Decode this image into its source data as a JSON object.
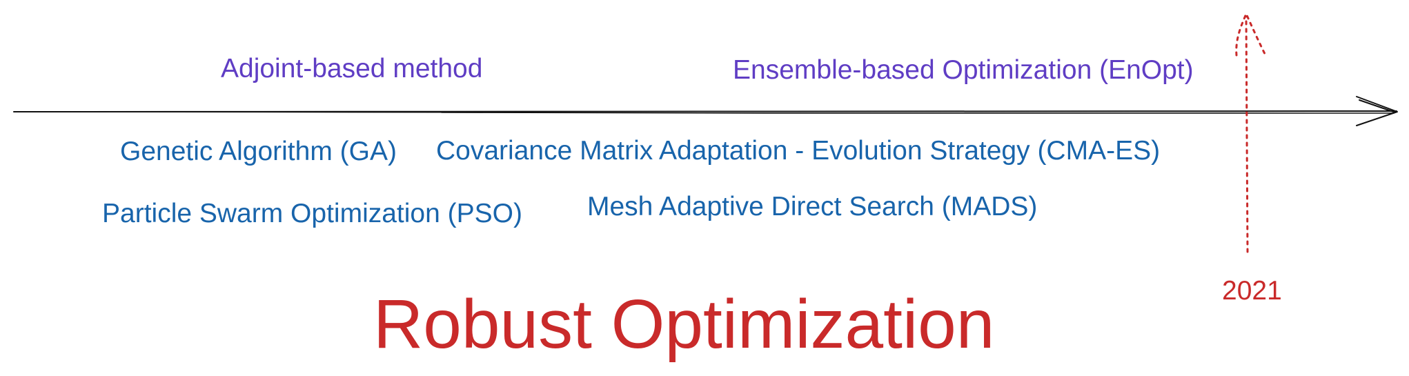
{
  "colors": {
    "axis": "#111111",
    "purple": "#5f3dc4",
    "blue": "#1864ab",
    "red": "#c92a2a"
  },
  "labels": {
    "adjoint": "Adjoint-based method",
    "enopt": "Ensemble-based Optimization (EnOpt)",
    "ga": "Genetic Algorithm (GA)",
    "cma_es": "Covariance Matrix Adaptation - Evolution Strategy (CMA-ES)",
    "pso": "Particle Swarm Optimization (PSO)",
    "mads": "Mesh Adaptive Direct Search (MADS)",
    "year": "2021",
    "title": "Robust Optimization"
  }
}
